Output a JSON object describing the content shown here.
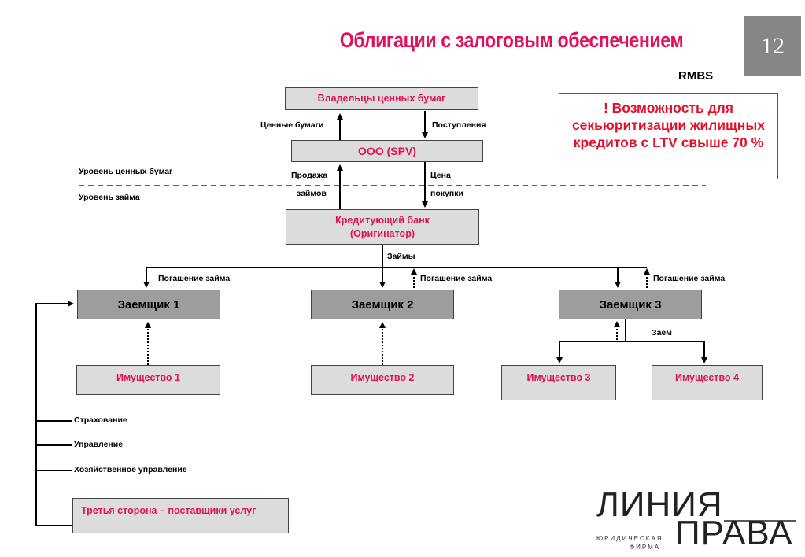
{
  "slide": {
    "title": "Облигации с залоговым обеспечением",
    "page_number": "12",
    "subtitle": "RMBS",
    "note": "! Возможность для секьюритизации жилищных кредитов с LTV свыше 70 %"
  },
  "levels": {
    "securities": "Уровень ценных бумаг",
    "loan": "Уровень  займа"
  },
  "nodes": {
    "holders": "Владельцы ценных бумаг",
    "spv": "ООО (SPV)",
    "bank_line1": "Кредитующий банк",
    "bank_line2": "(Оригинатор)",
    "borrower1": "Заемщик 1",
    "borrower2": "Заемщик 2",
    "borrower3": "Заемщик 3",
    "property1": "Имущество 1",
    "property2": "Имущество 2",
    "property3": "Имущество 3",
    "property4": "Имущество 4",
    "third_party": "Третья сторона – поставщики услуг"
  },
  "edges": {
    "securities": "Ценные бумаги",
    "proceeds": "Поступления",
    "sale_line1": "Продажа",
    "sale_line2": "займов",
    "price_line1": "Цена",
    "price_line2": "покупки",
    "loans": "Займы",
    "repayment1": "Погашение займа",
    "repayment2": "Погашение займа",
    "repayment3": "Погашение займа",
    "loan": "Заем"
  },
  "services": {
    "insurance": "Страхование",
    "management": "Управление",
    "economic_management": "Хозяйственное управление"
  },
  "logo": {
    "top": "ЛИНИЯ",
    "bottom": "ПРАВА",
    "sub1": "ЮРИДИЧЕСКАЯ",
    "sub2": "ФИРМА"
  },
  "colors": {
    "accent": "#e0105a",
    "box_light": "#dcdcdc",
    "box_dark": "#9d9d9d",
    "page_badge": "#868686"
  }
}
